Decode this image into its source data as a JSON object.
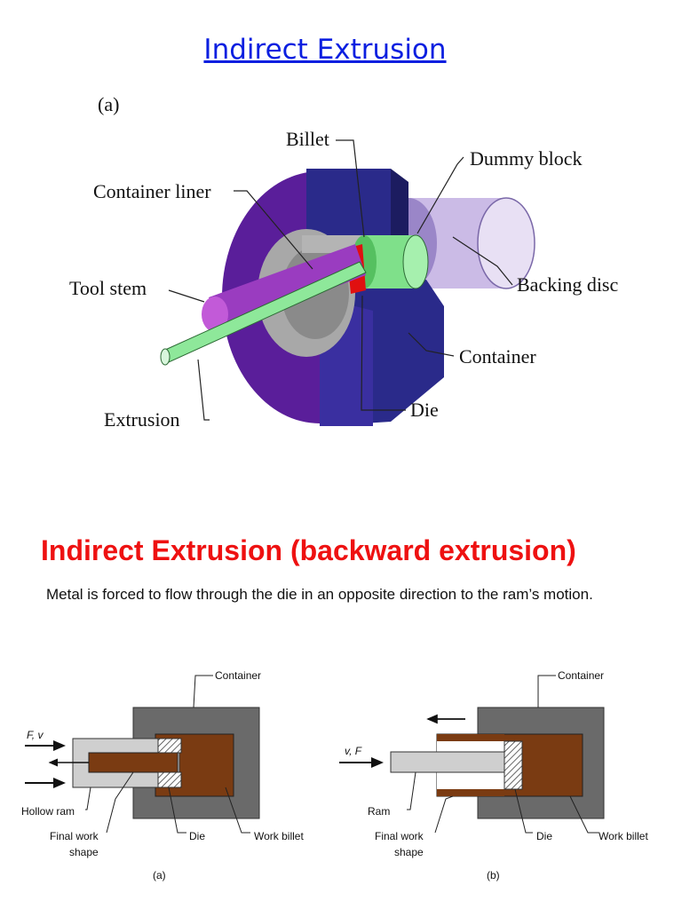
{
  "page": {
    "title": "Indirect Extrusion",
    "heading": "Indirect Extrusion (backward extrusion)",
    "description": "Metal is forced to flow through the die in an opposite direction to the ram’s motion."
  },
  "figure_top": {
    "panel_label": "(a)",
    "labels": {
      "billet": "Billet",
      "dummy_block": "Dummy  block",
      "container_liner": "Container  liner",
      "tool_stem": "Tool  stem",
      "backing_disc": "Backing  disc",
      "container": "Container",
      "die": "Die",
      "extrusion": "Extrusion"
    },
    "colors": {
      "purple": "#5a1e9a",
      "navy": "#2a2a8a",
      "green": "#7fe08a",
      "red": "#e01010",
      "grey": "#a8a8a8"
    }
  },
  "figure_bottom": {
    "a": {
      "container": "Container",
      "force_label": "F, v",
      "hollow_ram": "Hollow ram",
      "final_work_shape": "Final work\nshape",
      "die": "Die",
      "work_billet": "Work billet",
      "caption": "(a)"
    },
    "b": {
      "container": "Container",
      "force_label": "v, F",
      "ram": "Ram",
      "final_work_shape": "Final work\nshape",
      "die": "Die",
      "work_billet": "Work billet",
      "caption": "(b)"
    },
    "colors": {
      "container": "#6a6a6a",
      "billet": "#7a3b12",
      "ram": "#cfcfcf"
    }
  }
}
